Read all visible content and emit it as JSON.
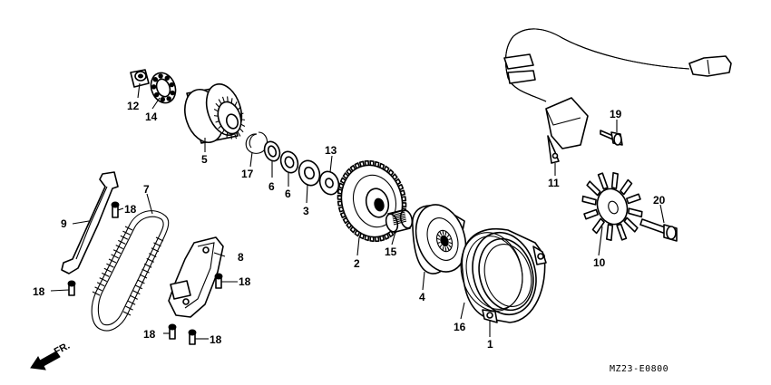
{
  "figure_code": "MZ23-E0800",
  "direction_label": "FR.",
  "callouts": [
    {
      "id": "c1",
      "text": "1"
    },
    {
      "id": "c2",
      "text": "2"
    },
    {
      "id": "c3",
      "text": "3"
    },
    {
      "id": "c4",
      "text": "4"
    },
    {
      "id": "c5",
      "text": "5"
    },
    {
      "id": "c6a",
      "text": "6"
    },
    {
      "id": "c6b",
      "text": "6"
    },
    {
      "id": "c7",
      "text": "7"
    },
    {
      "id": "c8",
      "text": "8"
    },
    {
      "id": "c9",
      "text": "9"
    },
    {
      "id": "c10",
      "text": "10"
    },
    {
      "id": "c11",
      "text": "11"
    },
    {
      "id": "c12",
      "text": "12"
    },
    {
      "id": "c13",
      "text": "13"
    },
    {
      "id": "c14",
      "text": "14"
    },
    {
      "id": "c15",
      "text": "15"
    },
    {
      "id": "c16",
      "text": "16"
    },
    {
      "id": "c17",
      "text": "17"
    },
    {
      "id": "c18a",
      "text": "18"
    },
    {
      "id": "c18b",
      "text": "18"
    },
    {
      "id": "c18c",
      "text": "18"
    },
    {
      "id": "c18d",
      "text": "18"
    },
    {
      "id": "c18e",
      "text": "18"
    },
    {
      "id": "c19",
      "text": "19"
    },
    {
      "id": "c20",
      "text": "20"
    }
  ]
}
